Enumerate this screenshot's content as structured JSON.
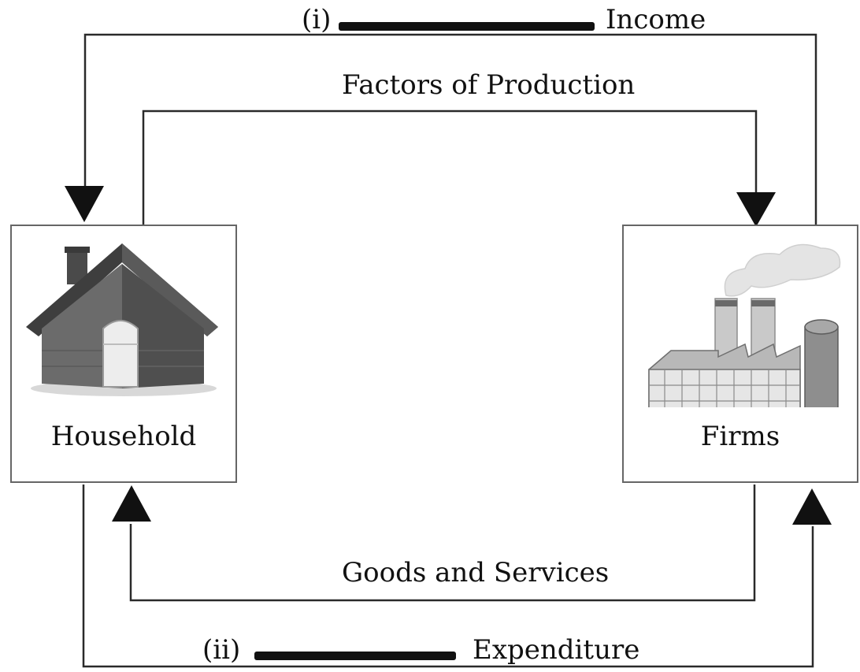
{
  "outer_top_label": {
    "prefix": "(i)",
    "suffix": "Income"
  },
  "inner_top_label": "Factors of Production",
  "inner_bottom_label": "Goods and Services",
  "outer_bottom_label": {
    "prefix": "(ii)",
    "suffix": "Expenditure"
  },
  "nodes": {
    "household": {
      "label": "Household",
      "icon": "house-icon"
    },
    "firms": {
      "label": "Firms",
      "icon": "factory-icon"
    }
  },
  "colors": {
    "line": "#2a2a2a",
    "arrow": "#111111",
    "border": "#666666"
  }
}
